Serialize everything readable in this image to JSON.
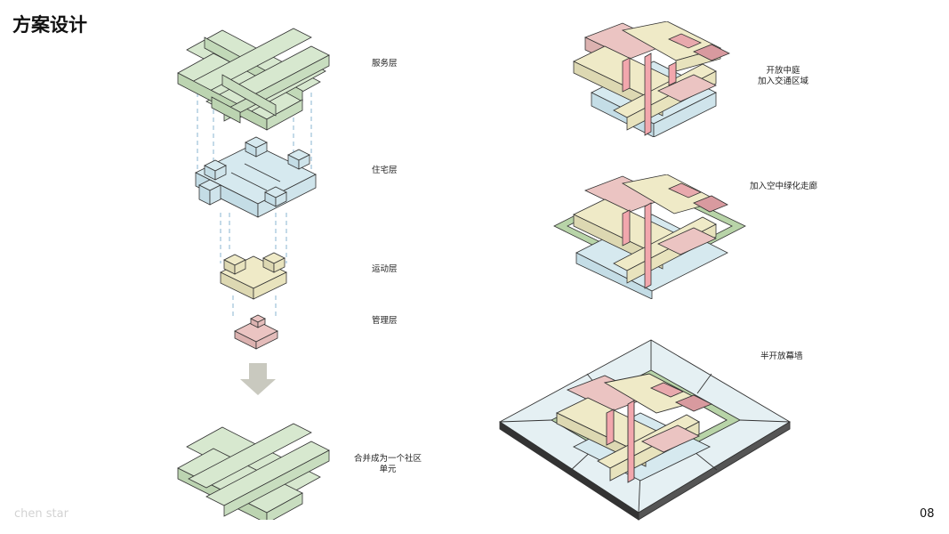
{
  "title": "方案设计",
  "layers": {
    "service": "服务层",
    "residential": "住宅层",
    "sports": "运动层",
    "management": "管理层",
    "combined_line1": "合并成为一个社区",
    "combined_line2": "单元"
  },
  "steps": {
    "courtyard_line1": "开放中庭",
    "courtyard_line2": "加入交通区域",
    "corridor": "加入空中绿化走廊",
    "curtain": "半开放幕墙"
  },
  "footer": "chen star",
  "page_number": "08",
  "colors": {
    "green": "#d7e8cf",
    "blue": "#d6e9ef",
    "yellow": "#efeac7",
    "pink": "#ebc4c2",
    "red": "#f2a7ad",
    "arrow": "#c9c9bf"
  }
}
